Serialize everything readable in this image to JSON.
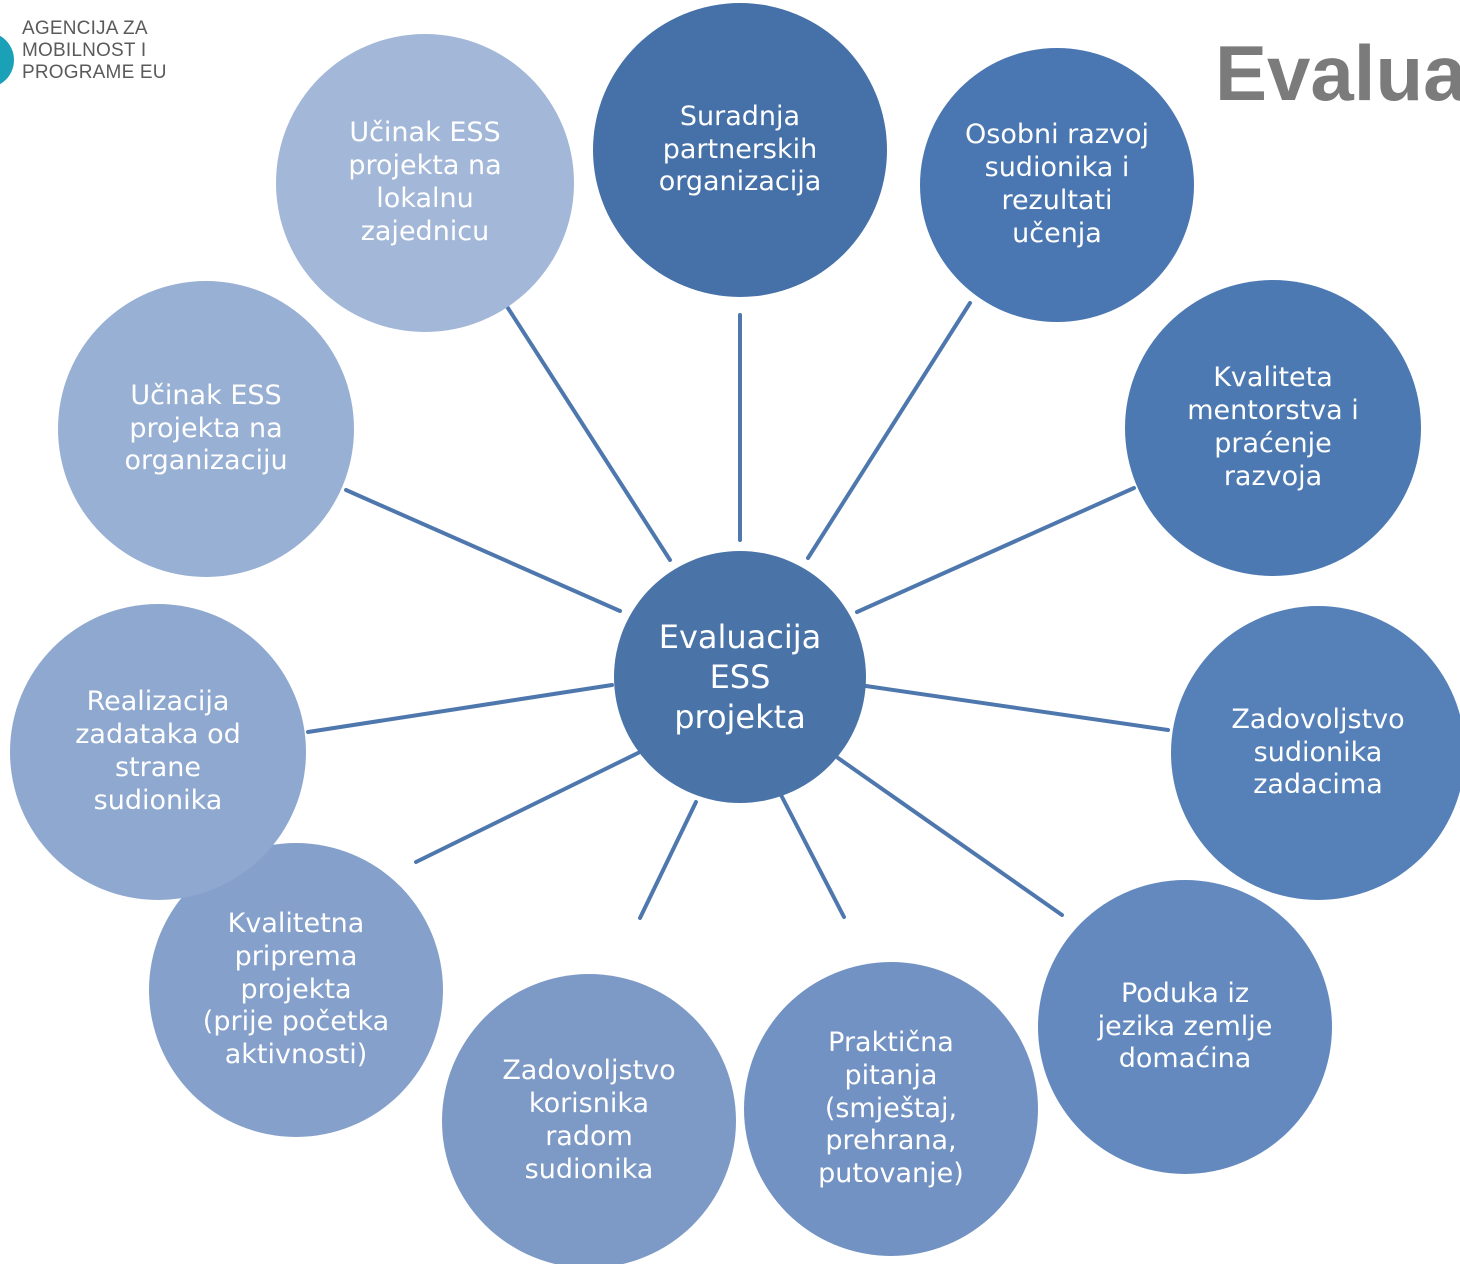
{
  "logo": {
    "text": "AGENCIJA ZA\nMOBILNOST I\nPROGRAME EU"
  },
  "slide_title": "Evalua",
  "hub": {
    "label": "Evaluacija\nESS\nprojekta",
    "color": "#4a73a8"
  },
  "nodes": [
    {
      "label": "Suradnja\npartnerskih\norganizacija",
      "color": "#4671a8"
    },
    {
      "label": "Osobni razvoj\nsudionika i\nrezultati\nučenja",
      "color": "#4a77b2"
    },
    {
      "label": "Kvaliteta\nmentorstva i\npraćenje\nrazvoja",
      "color": "#4d79b2"
    },
    {
      "label": "Zadovoljstvo\nsudionika\nzadacima",
      "color": "#5680b8"
    },
    {
      "label": "Poduka iz\njezika zemlje\ndomaćina",
      "color": "#6389bf"
    },
    {
      "label": "Praktična\npitanja\n(smještaj,\nprehrana,\nputovanje)",
      "color": "#7292c3"
    },
    {
      "label": "Zadovoljstvo\nkorisnika\nradom\nsudionika",
      "color": "#7d9ac6"
    },
    {
      "label": "Kvalitetna\npriprema\nprojekta\n(prije početka\naktivnosti)",
      "color": "#85a0ca"
    },
    {
      "label": "Realizacija\nzadataka od\nstrane\nsudionika",
      "color": "#8ea8cf"
    },
    {
      "label": "Učinak ESS\nprojekta na\norganizaciju",
      "color": "#98b0d3"
    },
    {
      "label": "Učinak ESS\nprojekta na\nlokalnu\nzajednicu",
      "color": "#a3b7d8"
    }
  ],
  "connector_color": "#4e78ad"
}
